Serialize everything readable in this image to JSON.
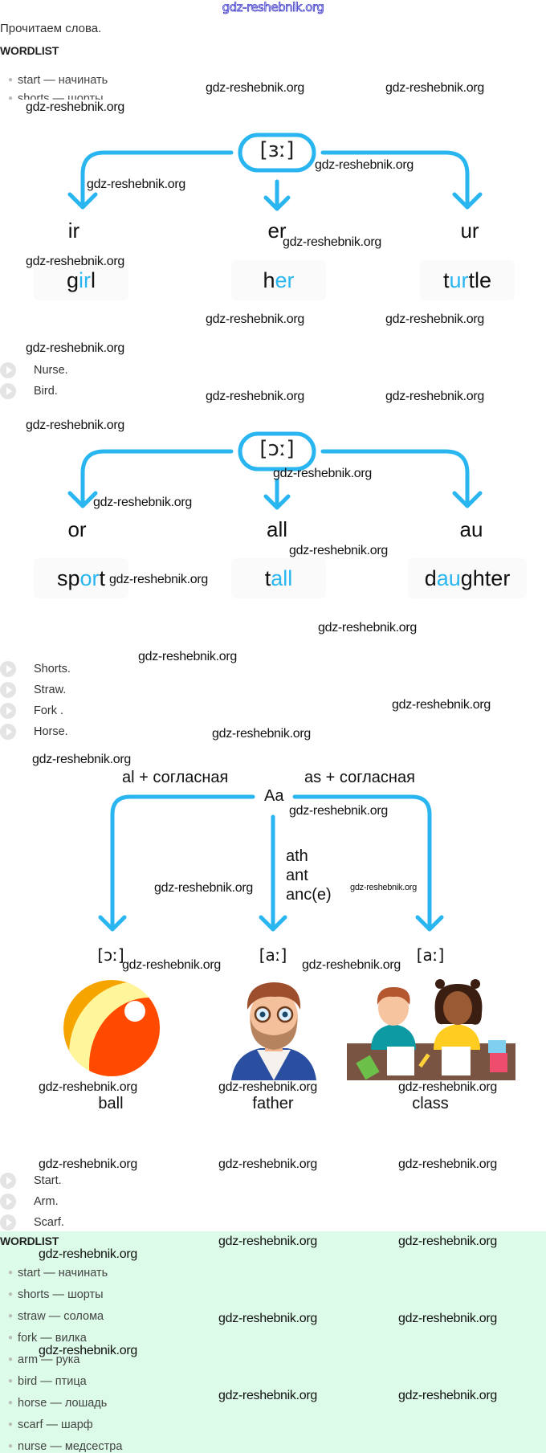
{
  "watermark": "gdz-reshebnik.org",
  "top_watermark": "gdz-reshebnik.org",
  "intro_text": "Прочитаем слова.",
  "wordlist_title": "WORDLIST",
  "top_wordlist_preview": [
    "start — начинать",
    "shorts — шорты"
  ],
  "section1": {
    "sound": "[ɜː]",
    "branches": [
      {
        "pattern": "ir",
        "word_pre": "g",
        "word_hl": "ir",
        "word_post": "l"
      },
      {
        "pattern": "er",
        "word_pre": "h",
        "word_hl": "er",
        "word_post": ""
      },
      {
        "pattern": "ur",
        "word_pre": "t",
        "word_hl": "ur",
        "word_post": "tle"
      }
    ],
    "audio": [
      "Nurse.",
      "Bird."
    ]
  },
  "section2": {
    "sound": "[ɔː]",
    "branches": [
      {
        "pattern": "or",
        "word_pre": "sp",
        "word_hl": "or",
        "word_post": "t"
      },
      {
        "pattern": "all",
        "word_pre": "t",
        "word_hl": "all",
        "word_post": ""
      },
      {
        "pattern": "au",
        "word_pre": "d",
        "word_hl": "au",
        "word_post": "ghter"
      }
    ],
    "audio": [
      "Shorts.",
      "Straw.",
      "Fork .",
      "Horse."
    ]
  },
  "section3": {
    "letter": "Aa",
    "left_rule": "al + согласная",
    "right_rule": "as + согласная",
    "middle_rules": [
      "ath",
      "ant",
      "anc(e)"
    ],
    "columns": [
      {
        "sound": "[ɔː]",
        "word": "ball",
        "image": "ball-illustration"
      },
      {
        "sound": "[aː]",
        "word": "father",
        "image": "father-illustration"
      },
      {
        "sound": "[aː]",
        "word": "class",
        "image": "classroom-illustration"
      }
    ],
    "audio": [
      "Start.",
      "Arm.",
      "Scarf."
    ]
  },
  "wordlist": [
    "start — начинать",
    "shorts — шорты",
    "straw — солома",
    "fork — вилка",
    "arm — рука",
    "bird — птица",
    "horse — лошадь",
    "scarf — шарф",
    "nurse — медсестра"
  ],
  "colors": {
    "accent": "#29b6f0",
    "wordlist_bg": "#dcfbe8",
    "play_icon": "#e4e4e4"
  }
}
